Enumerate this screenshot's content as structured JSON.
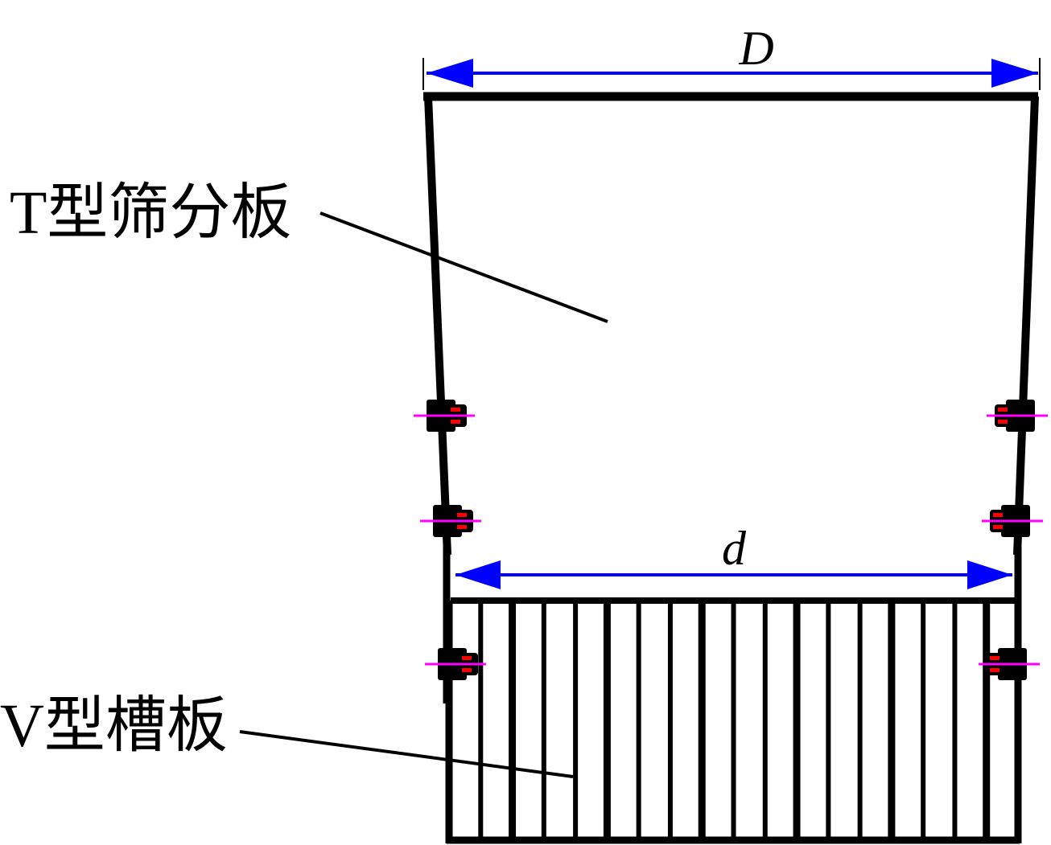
{
  "labels": {
    "top_plate": "T型筛分板",
    "bottom_plate": "V型槽板",
    "top_dimension": "D",
    "bottom_dimension": "d"
  },
  "colors": {
    "line": "#000000",
    "dimension": "#0000ff",
    "centerline": "#ff00ff",
    "bolt_detail": "#ff0000"
  },
  "v_plate_slat_count": 18
}
